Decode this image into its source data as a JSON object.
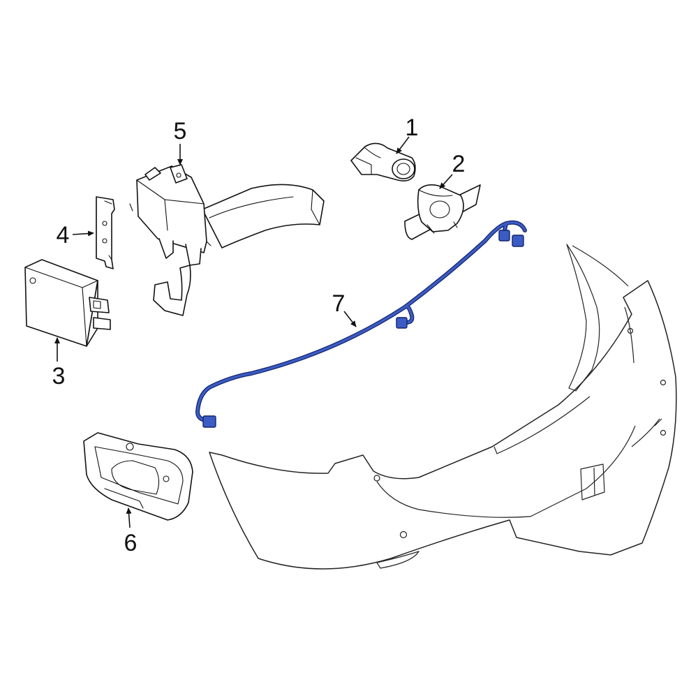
{
  "colors": {
    "line": "#111111",
    "harness_fill": "#3a5cc4",
    "harness_outline": "#15236b",
    "background": "#ffffff"
  },
  "callouts": [
    {
      "id": "1",
      "label": "1"
    },
    {
      "id": "2",
      "label": "2"
    },
    {
      "id": "3",
      "label": "3"
    },
    {
      "id": "4",
      "label": "4"
    },
    {
      "id": "5",
      "label": "5"
    },
    {
      "id": "6",
      "label": "6"
    },
    {
      "id": "7",
      "label": "7"
    }
  ]
}
